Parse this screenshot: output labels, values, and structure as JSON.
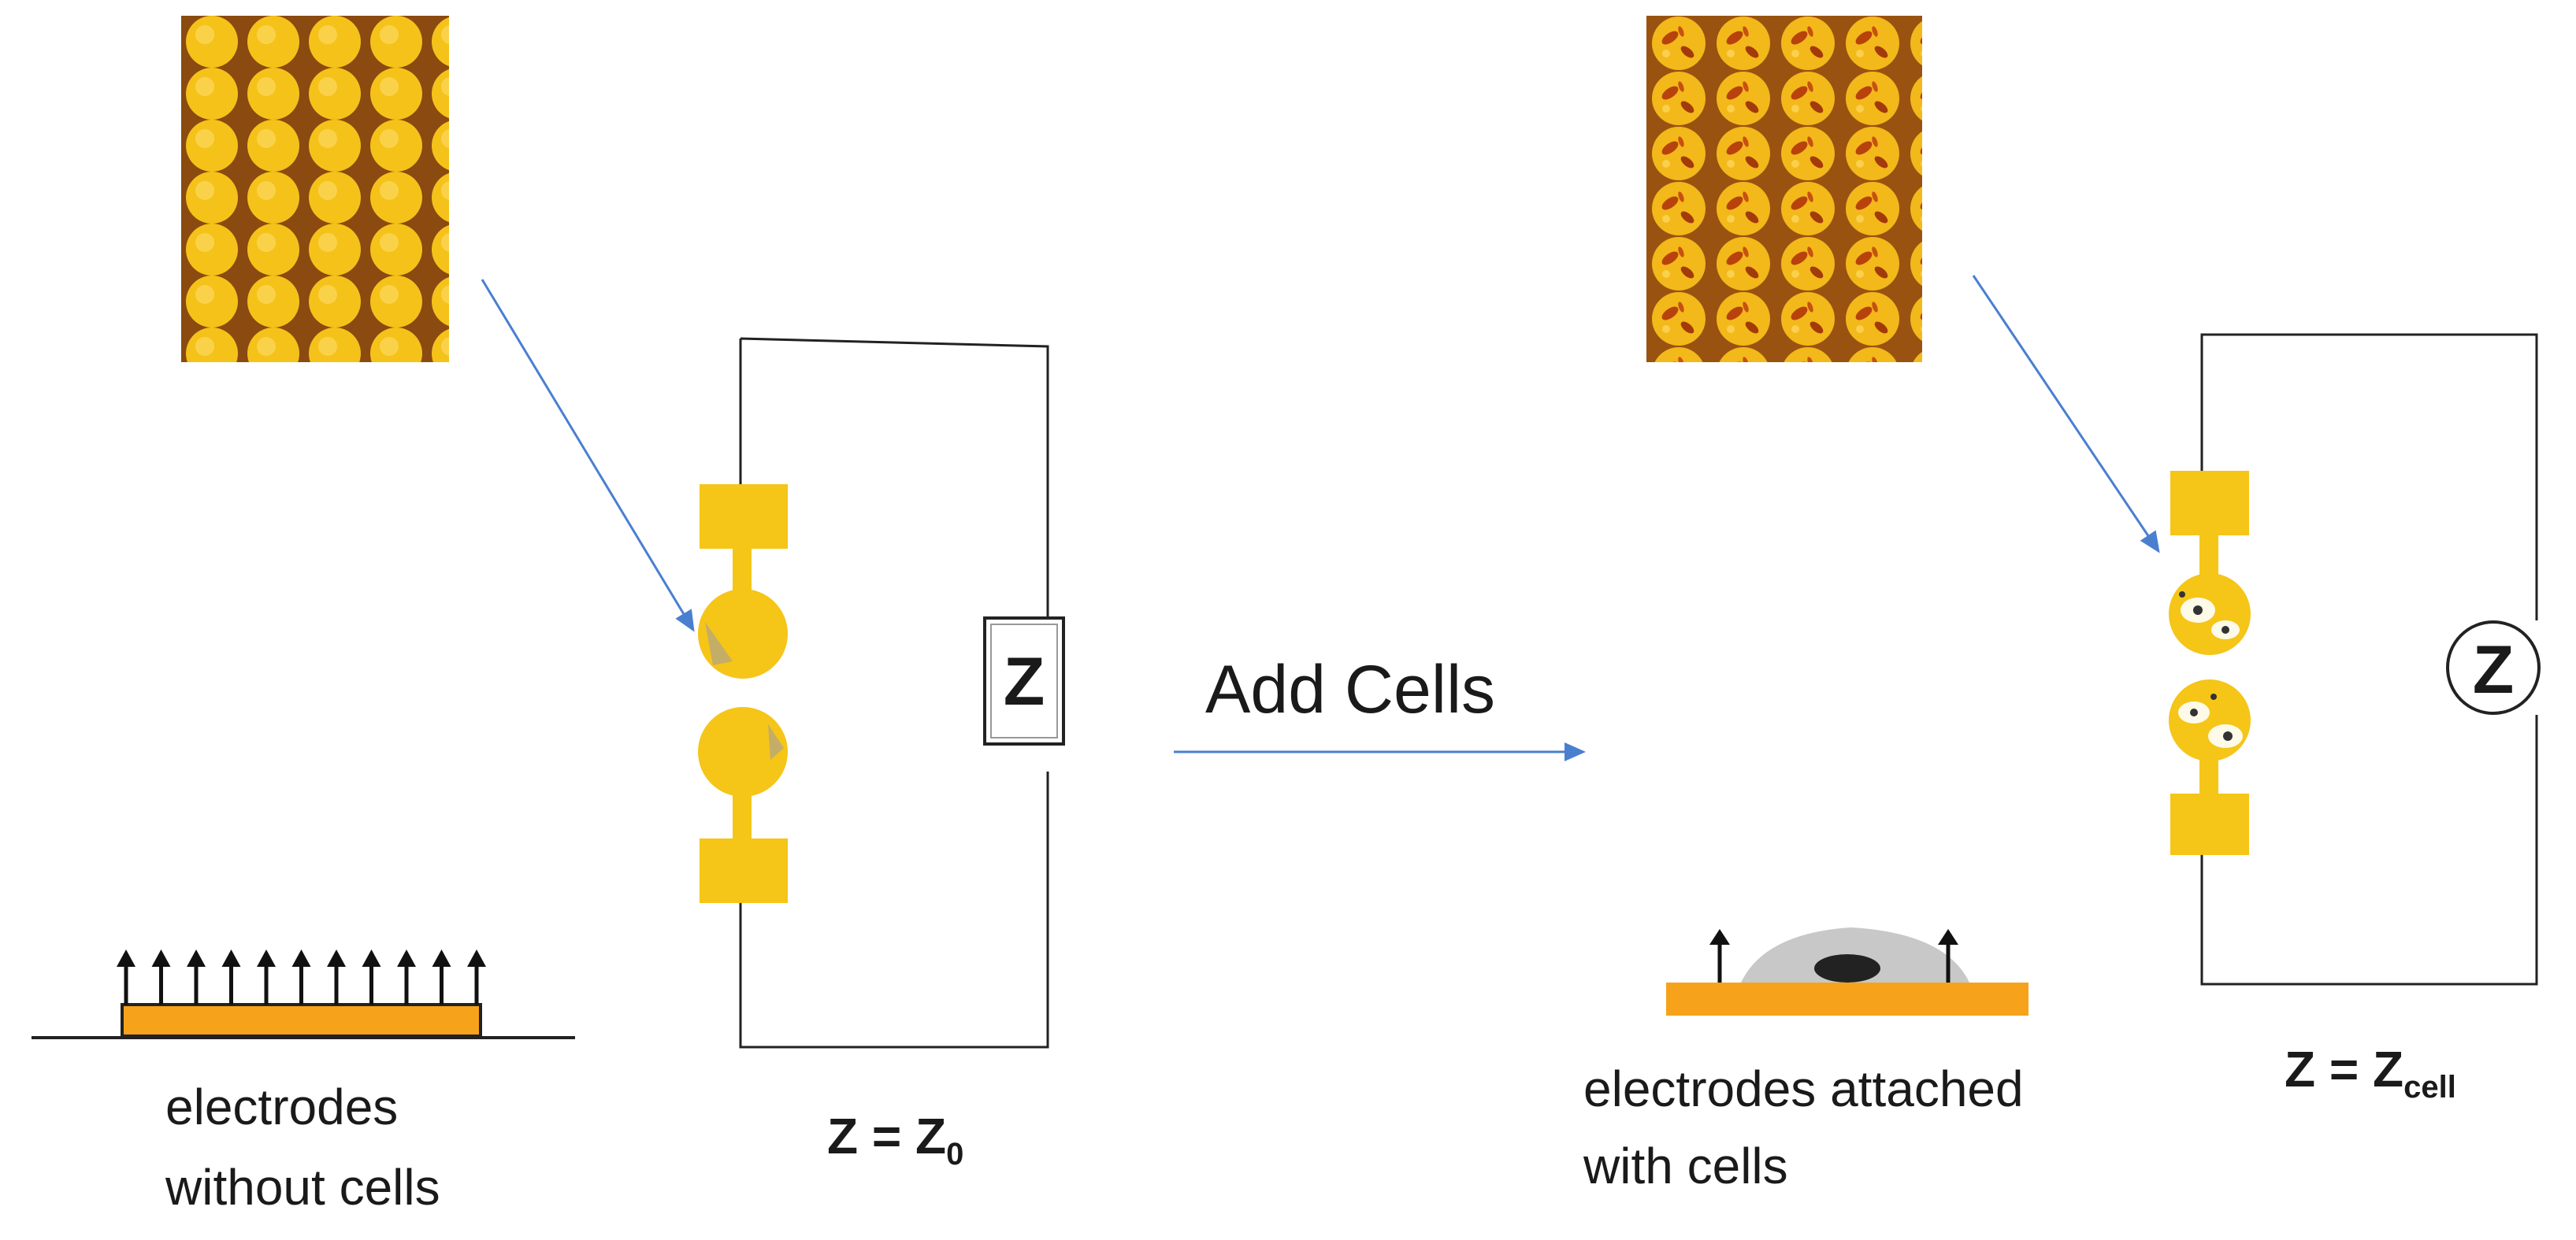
{
  "left_panel": {
    "caption_line1": "electrodes",
    "caption_line2": "without cells",
    "impedance_symbol": "Z",
    "formula_main": "Z = Z",
    "formula_sub": "0"
  },
  "transition": {
    "label": "Add Cells"
  },
  "right_panel": {
    "caption_line1": "electrodes attached",
    "caption_line2": "with cells",
    "impedance_symbol": "Z",
    "formula_main": "Z = Z",
    "formula_sub": "cell"
  },
  "colors": {
    "electrode_gold": "#f5c518",
    "substrate_orange": "#f7a21b",
    "arrow_blue": "#4a7fd0",
    "wire": "#222222",
    "cell_body": "#c8c8c8",
    "cell_nucleus": "#222222",
    "micrograph_dark": "#8a4a10"
  }
}
